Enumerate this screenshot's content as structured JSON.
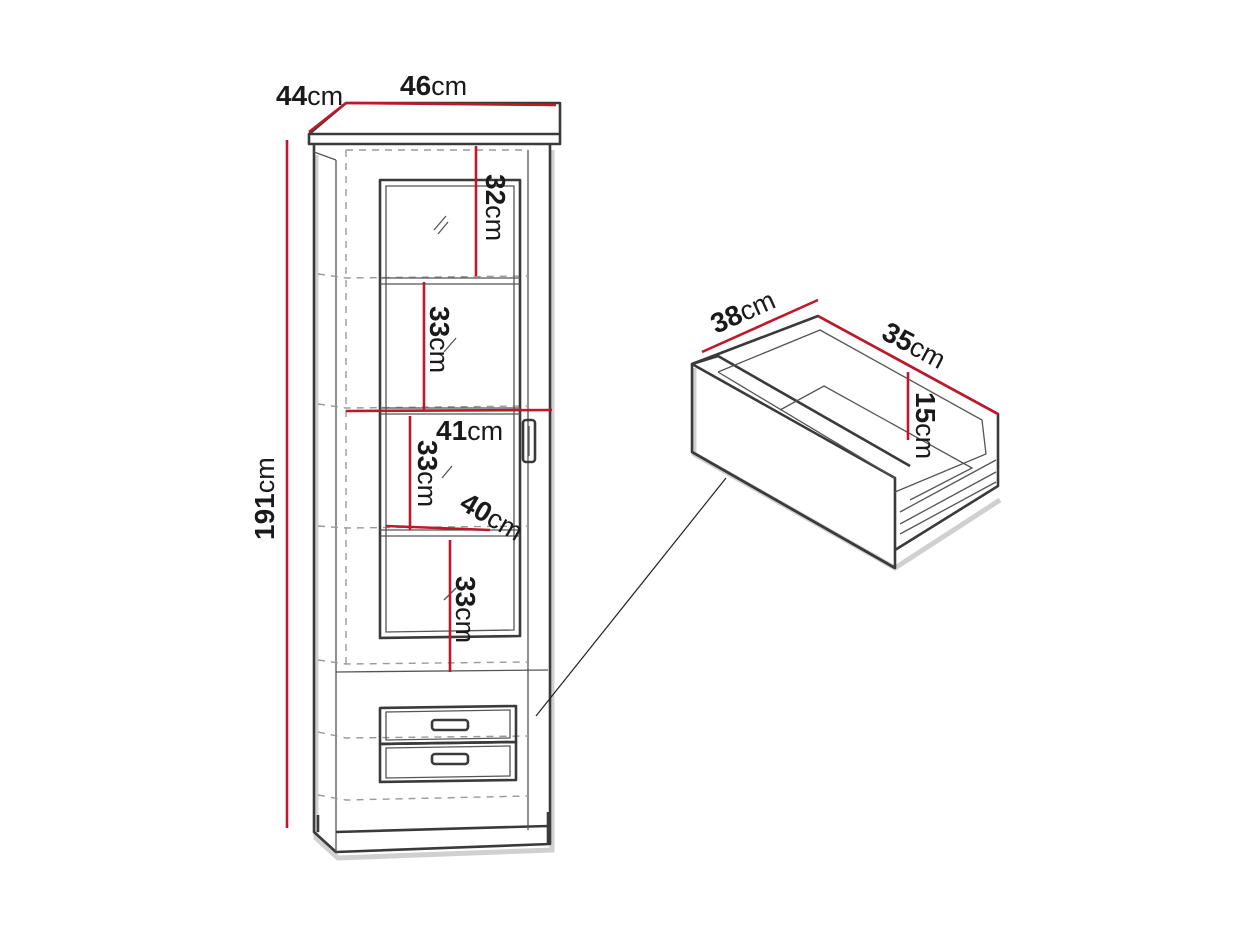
{
  "dimensions": {
    "depth": {
      "value": "44",
      "unit": "cm"
    },
    "width": {
      "value": "46",
      "unit": "cm"
    },
    "height": {
      "value": "191",
      "unit": "cm"
    },
    "shelf_top": {
      "value": "32",
      "unit": "cm"
    },
    "shelf_2": {
      "value": "33",
      "unit": "cm"
    },
    "inner_width": {
      "value": "41",
      "unit": "cm"
    },
    "shelf_3": {
      "value": "33",
      "unit": "cm"
    },
    "shelf_depth": {
      "value": "40",
      "unit": "cm"
    },
    "shelf_4": {
      "value": "33",
      "unit": "cm"
    },
    "drawer_width": {
      "value": "38",
      "unit": "cm"
    },
    "drawer_depth": {
      "value": "35",
      "unit": "cm"
    },
    "drawer_height": {
      "value": "15",
      "unit": "cm"
    }
  },
  "colors": {
    "dimension_line": "#c0182a",
    "outline": "#3a3a3a",
    "hidden_line": "#9a9a9a"
  }
}
